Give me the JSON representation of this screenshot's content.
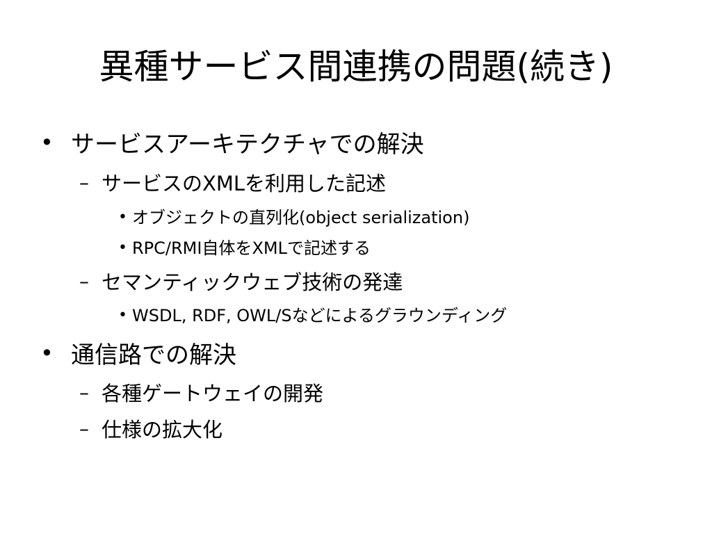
{
  "slide": {
    "title": "異種サービス間連携の問題(続き)",
    "items": [
      {
        "marker": "•",
        "text": "サービスアーキテクチャでの解決"
      },
      {
        "marker": "–",
        "text": "サービスのXMLを利用した記述"
      },
      {
        "marker": "•",
        "text": "オブジェクトの直列化(object serialization)"
      },
      {
        "marker": "•",
        "text": "RPC/RMI自体をXMLで記述する"
      },
      {
        "marker": "–",
        "text": "セマンティックウェブ技術の発達"
      },
      {
        "marker": "•",
        "text": "WSDL, RDF, OWL/Sなどによるグラウンディング"
      },
      {
        "marker": "•",
        "text": "通信路での解決"
      },
      {
        "marker": "–",
        "text": "各種ゲートウェイの開発"
      },
      {
        "marker": "–",
        "text": "仕様の拡大化"
      }
    ]
  }
}
